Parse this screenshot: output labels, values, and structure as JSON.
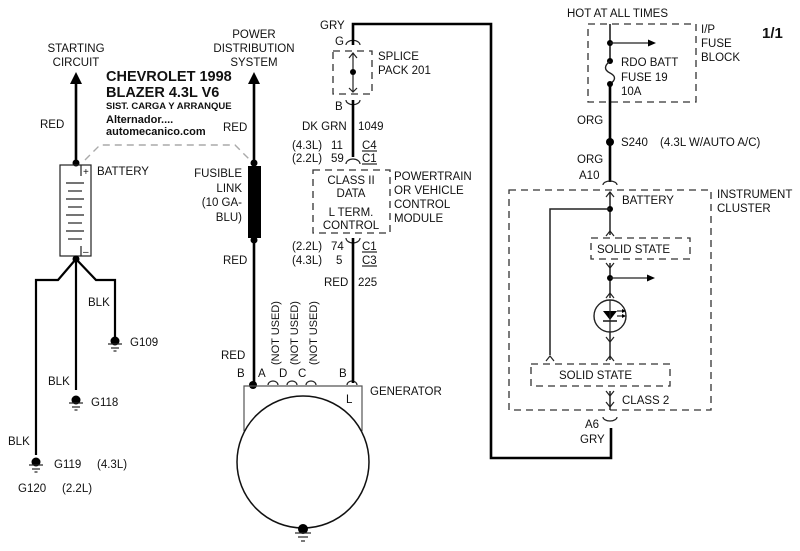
{
  "title_block": {
    "line1": "CHEVROLET 1998",
    "line2": "BLAZER  4.3L  V6",
    "line3": "SIST. CARGA Y ARRANQUE",
    "line4": "Alternador....",
    "line5": "automecanico.com"
  },
  "page_number": "1/1",
  "starting_circuit": {
    "line1": "STARTING",
    "line2": "CIRCUIT",
    "wire_color": "RED"
  },
  "power_distribution": {
    "line1": "POWER",
    "line2": "DISTRIBUTION",
    "line3": "SYSTEM",
    "wire_color": "RED"
  },
  "battery": {
    "label": "BATTERY",
    "plus": "+",
    "minus": "–"
  },
  "fusible_link": {
    "line1": "FUSIBLE",
    "line2": "LINK",
    "line3": "(10 GA-",
    "line4": "BLU)",
    "wire_below": "RED",
    "wire_at_gen": "RED"
  },
  "grounds": [
    {
      "wire": "BLK",
      "label": "G109",
      "note": ""
    },
    {
      "wire": "BLK",
      "label": "G118",
      "note": ""
    },
    {
      "wire": "BLK",
      "label": "G119",
      "note": "(4.3L)"
    },
    {
      "wire": "",
      "label": "G120",
      "note": "(2.2L)"
    }
  ],
  "splice_pack": {
    "top_wire": "GRY",
    "top_pin": "G",
    "line1": "SPLICE",
    "line2": "PACK 201",
    "bottom_pin": "B",
    "wire_color": "DK GRN",
    "circuit": "1049"
  },
  "pcm": {
    "in_rows": [
      {
        "engine": "(4.3L)",
        "pin": "11",
        "conn": "C4"
      },
      {
        "engine": "(2.2L)",
        "pin": "59",
        "conn": "C1"
      }
    ],
    "inner": [
      "CLASS II",
      "DATA",
      "L TERM.",
      "CONTROL"
    ],
    "name": [
      "POWERTRAIN",
      "OR VEHICLE",
      "CONTROL",
      "MODULE"
    ],
    "out_rows": [
      {
        "engine": "(2.2L)",
        "pin": "74",
        "conn": "C1"
      },
      {
        "engine": "(4.3L)",
        "pin": "5",
        "conn": "C3"
      }
    ],
    "wire_color": "RED",
    "circuit": "225"
  },
  "generator": {
    "label": "GENERATOR",
    "pins": [
      "B",
      "A",
      "D",
      "C",
      "B"
    ],
    "not_used": [
      "(NOT USED)",
      "(NOT USED)",
      "(NOT USED)"
    ],
    "terminal": "L"
  },
  "fuse_block": {
    "hot_label": "HOT AT ALL TIMES",
    "name": [
      "I/P",
      "FUSE",
      "BLOCK"
    ],
    "fuse": [
      "RDO BATT",
      "FUSE 19",
      "10A"
    ],
    "wire_color": "ORG"
  },
  "splice_s240": {
    "label": "S240",
    "note": "(4.3L W/AUTO A/C)",
    "wire_color": "ORG"
  },
  "instrument_cluster": {
    "name": [
      "INSTRUMENT",
      "CLUSTER"
    ],
    "top_pin": "A10",
    "battery_label": "BATTERY",
    "solid_state_1": "SOLID STATE",
    "solid_state_2": "SOLID STATE",
    "class_label": "CLASS 2",
    "bottom_pin": "A6",
    "bottom_wire": "GRY",
    "indicator": "led-indicator"
  }
}
